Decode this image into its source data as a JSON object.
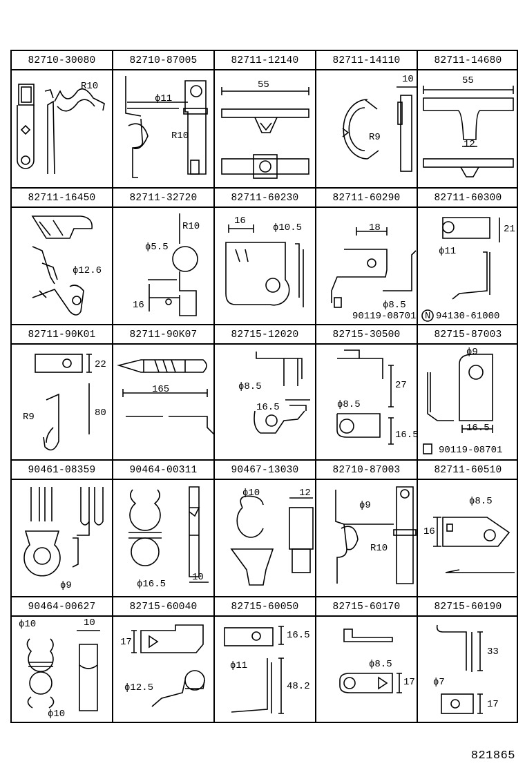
{
  "rows": [
    {
      "cells": [
        {
          "part": "82710-30080",
          "dims": [
            "R10"
          ]
        },
        {
          "part": "82710-87005",
          "dims": [
            "ϕ11",
            "R10"
          ]
        },
        {
          "part": "82711-12140",
          "dims": [
            "55"
          ]
        },
        {
          "part": "82711-14110",
          "dims": [
            "10",
            "R9"
          ]
        },
        {
          "part": "82711-14680",
          "dims": [
            "55",
            "12"
          ]
        }
      ]
    },
    {
      "cells": [
        {
          "part": "82711-16450",
          "dims": [
            "ϕ12.6"
          ]
        },
        {
          "part": "82711-32720",
          "dims": [
            "R10",
            "ϕ5.5",
            "16"
          ]
        },
        {
          "part": "82711-60230",
          "dims": [
            "16",
            "ϕ10.5"
          ]
        },
        {
          "part": "82711-60290",
          "dims": [
            "18",
            "ϕ8.5"
          ],
          "callout": "90119-08701"
        },
        {
          "part": "82711-60300",
          "dims": [
            "21",
            "ϕ11"
          ],
          "callout": "94130-61000",
          "callout_mark": "N"
        }
      ]
    },
    {
      "cells": [
        {
          "part": "82711-90K01",
          "dims": [
            "22",
            "80",
            "R9"
          ]
        },
        {
          "part": "82711-90K07",
          "dims": [
            "165"
          ]
        },
        {
          "part": "82715-12020",
          "dims": [
            "ϕ8.5",
            "16.5"
          ]
        },
        {
          "part": "82715-30500",
          "dims": [
            "27",
            "ϕ8.5",
            "16.5"
          ]
        },
        {
          "part": "82715-87003",
          "dims": [
            "ϕ9",
            "16.5"
          ],
          "callout": "90119-08701"
        }
      ]
    },
    {
      "cells": [
        {
          "part": "90461-08359",
          "dims": [
            "ϕ9"
          ]
        },
        {
          "part": "90464-00311",
          "dims": [
            "ϕ16.5",
            "10"
          ]
        },
        {
          "part": "90467-13030",
          "dims": [
            "ϕ10",
            "12"
          ]
        },
        {
          "part": "82710-87003",
          "dims": [
            "ϕ9",
            "R10"
          ]
        },
        {
          "part": "82711-60510",
          "dims": [
            "ϕ8.5",
            "16"
          ]
        }
      ]
    },
    {
      "cells": [
        {
          "part": "90464-00627",
          "dims": [
            "ϕ10",
            "10",
            "ϕ10"
          ]
        },
        {
          "part": "82715-60040",
          "dims": [
            "17",
            "ϕ12.5"
          ]
        },
        {
          "part": "82715-60050",
          "dims": [
            "16.5",
            "ϕ11",
            "48.2"
          ]
        },
        {
          "part": "82715-60170",
          "dims": [
            "ϕ8.5",
            "17"
          ]
        },
        {
          "part": "82715-60190",
          "dims": [
            "33",
            "ϕ7",
            "17"
          ]
        }
      ]
    }
  ],
  "figure_number": "821865"
}
